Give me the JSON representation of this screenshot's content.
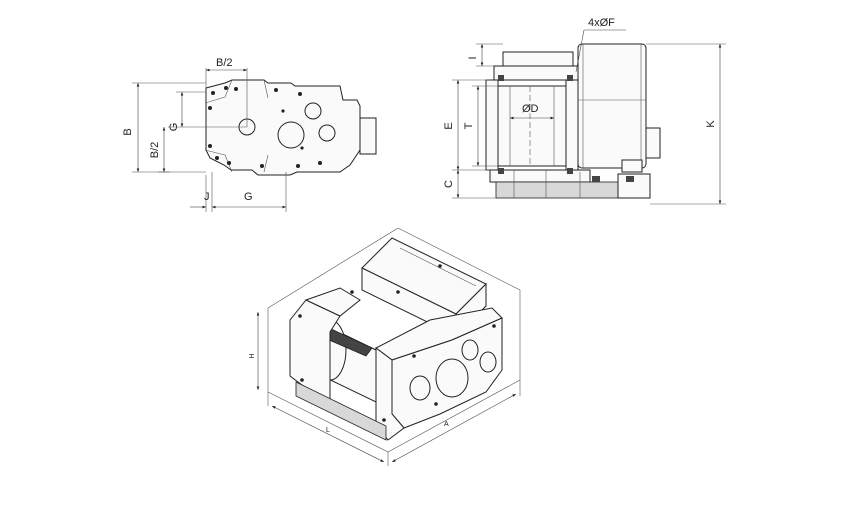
{
  "labels": {
    "b_half_top": "B/2",
    "b_left": "B",
    "g_left": "G",
    "b_half_left": "B/2",
    "j_bottom": "J",
    "g_bottom": "G",
    "four_x_phi_f": "4xØF",
    "i_label": "I",
    "e_label": "E",
    "t_label": "T",
    "phi_d": "ØD",
    "c_label": "C",
    "k_label": "K",
    "iso_h": "H",
    "iso_l": "L",
    "iso_a": "A"
  }
}
